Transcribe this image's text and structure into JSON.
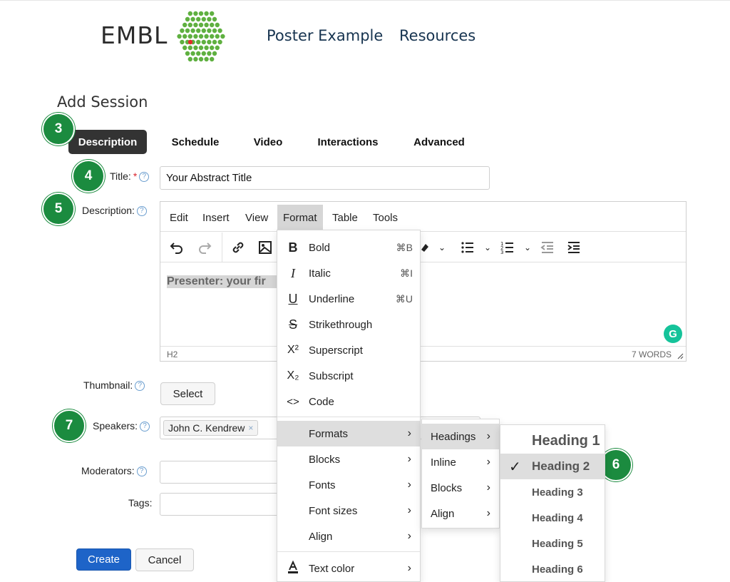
{
  "header": {
    "logo_text": "EMBL",
    "nav": [
      "Poster Example",
      "Resources"
    ]
  },
  "page": {
    "title": "Add Session"
  },
  "tabs": [
    "Description",
    "Schedule",
    "Video",
    "Interactions",
    "Advanced"
  ],
  "badges": [
    "3",
    "4",
    "5",
    "6",
    "7"
  ],
  "form": {
    "title_label": "Title:",
    "title_value": "Your Abstract Title",
    "description_label": "Description:",
    "thumbnail_label": "Thumbnail:",
    "select_button": "Select",
    "speakers_label": "Speakers:",
    "speaker_tag": "John C. Kendrew",
    "speaker_tag_remove": "×",
    "moderators_label": "Moderators:",
    "tags_label": "Tags:",
    "create_button": "Create",
    "cancel_button": "Cancel"
  },
  "editor": {
    "menus": [
      "Edit",
      "Insert",
      "View",
      "Format",
      "Table",
      "Tools"
    ],
    "content_preview": "Presenter: your fir",
    "status_path": "H2",
    "word_count": "7 WORDS",
    "grammarly": "G"
  },
  "format_menu": {
    "items": [
      {
        "icon": "B",
        "label": "Bold",
        "shortcut": "⌘B"
      },
      {
        "icon": "I",
        "label": "Italic",
        "shortcut": "⌘I"
      },
      {
        "icon": "U",
        "label": "Underline",
        "shortcut": "⌘U"
      },
      {
        "icon": "S",
        "label": "Strikethrough",
        "shortcut": ""
      },
      {
        "icon": "X²",
        "label": "Superscript",
        "shortcut": ""
      },
      {
        "icon": "X₂",
        "label": "Subscript",
        "shortcut": ""
      },
      {
        "icon": "<>",
        "label": "Code",
        "shortcut": ""
      }
    ],
    "submenus": [
      "Formats",
      "Blocks",
      "Fonts",
      "Font sizes",
      "Align"
    ],
    "text_color": "Text color"
  },
  "formats_menu": {
    "items": [
      "Headings",
      "Inline",
      "Blocks",
      "Align"
    ]
  },
  "headings_menu": {
    "items": [
      "Heading 1",
      "Heading 2",
      "Heading 3",
      "Heading 4",
      "Heading 5",
      "Heading 6"
    ],
    "checkmark": "✓"
  },
  "colors": {
    "badge_green": "#1b8b3f",
    "primary_blue": "#1e64c8",
    "active_tab": "#333333",
    "logo_green": "#5fb040"
  }
}
